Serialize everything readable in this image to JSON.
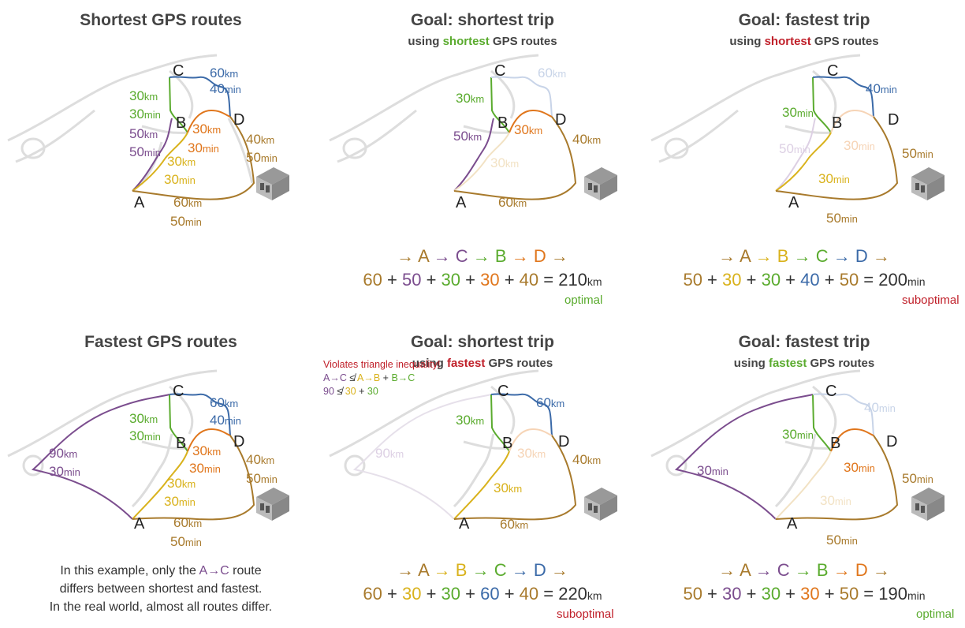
{
  "colors": {
    "brown": "#a87a2c",
    "purple": "#7b4d8e",
    "green": "#5aab2e",
    "orange": "#e0761c",
    "blue": "#3b6aa8",
    "yellow": "#d9b21c",
    "red": "#c0202a",
    "road": "#dddddd"
  },
  "panels": [
    {
      "title": "Shortest GPS routes",
      "nodes": {
        "a": "A",
        "b": "B",
        "c": "C",
        "d": "D"
      },
      "labels": [
        "60",
        "km",
        "40",
        "min",
        "30",
        "km",
        "30",
        "min",
        "50",
        "km",
        "50",
        "min",
        "30",
        "km",
        "30",
        "min",
        "30",
        "km",
        "30",
        "min",
        "40",
        "km",
        "50",
        "min",
        "60",
        "km",
        "50",
        "min"
      ]
    },
    {
      "title": "Goal: shortest trip",
      "sub_prefix": "using ",
      "sub_highlight": "shortest",
      "sub_suffix": " GPS routes",
      "nodes": {
        "a": "A",
        "b": "B",
        "c": "C",
        "d": "D"
      },
      "labels": [
        "60",
        "km",
        "30",
        "km",
        "50",
        "km",
        "30",
        "km",
        "30",
        "km",
        "40",
        "km",
        "60",
        "km"
      ],
      "sequence": [
        "→ A",
        "→ C",
        "→ B",
        "→ D",
        "→"
      ],
      "terms": [
        "60",
        "+ ",
        "50",
        " + ",
        "30",
        " + ",
        "30",
        " + ",
        "40",
        " = 210",
        "km"
      ],
      "verdict": "optimal"
    },
    {
      "title": "Goal: fastest trip",
      "sub_prefix": "using ",
      "sub_highlight": "shortest",
      "sub_suffix": " GPS routes",
      "nodes": {
        "a": "A",
        "b": "B",
        "c": "C",
        "d": "D"
      },
      "labels": [
        "40",
        "min",
        "30",
        "min",
        "50",
        "min",
        "30",
        "min",
        "30",
        "min",
        "50",
        "min",
        "50",
        "min"
      ],
      "sequence": [
        "→ A",
        "→ B",
        "→ C",
        "→ D",
        "→"
      ],
      "terms": [
        "50",
        " + ",
        "30",
        " + ",
        "30",
        " + ",
        "40",
        " + ",
        "50",
        " = 200",
        "min"
      ],
      "verdict": "suboptimal"
    },
    {
      "title": "Fastest GPS routes",
      "nodes": {
        "a": "A",
        "b": "B",
        "c": "C",
        "d": "D"
      },
      "labels": [
        "60",
        "km",
        "40",
        "min",
        "30",
        "km",
        "30",
        "min",
        "90",
        "km",
        "30",
        "min",
        "30",
        "km",
        "30",
        "min",
        "30",
        "km",
        "30",
        "min",
        "40",
        "km",
        "50",
        "min",
        "60",
        "km",
        "50",
        "min"
      ],
      "note": [
        "In this example, only the ",
        "A→C",
        " route",
        "differs between shortest and fastest.",
        "In the real world, almost all routes differ."
      ]
    },
    {
      "title": "Goal: shortest trip",
      "sub_prefix": "using ",
      "sub_highlight": "fastest",
      "sub_suffix": " GPS routes",
      "nodes": {
        "a": "A",
        "b": "B",
        "c": "C",
        "d": "D"
      },
      "labels": [
        "60",
        "km",
        "30",
        "km",
        "90",
        "km",
        "30",
        "km",
        "30",
        "km",
        "40",
        "km",
        "60",
        "km"
      ],
      "violation": {
        "title": "Violates triangle inequality!",
        "line1": [
          "A→C",
          " ≰ ",
          "A→B",
          " + ",
          "B→C"
        ],
        "line2": [
          "90",
          " ≰ ",
          "30",
          " + ",
          "30"
        ]
      },
      "sequence": [
        "→ A",
        "→ B",
        "→ C",
        "→ D",
        "→"
      ],
      "terms": [
        "60",
        " + ",
        "30",
        " + ",
        "30",
        " + ",
        "60",
        " + ",
        "40",
        " = 220",
        "km"
      ],
      "verdict": "suboptimal"
    },
    {
      "title": "Goal: fastest trip",
      "sub_prefix": "using ",
      "sub_highlight": "fastest",
      "sub_suffix": " GPS routes",
      "nodes": {
        "a": "A",
        "b": "B",
        "c": "C",
        "d": "D"
      },
      "labels": [
        "40",
        "min",
        "30",
        "min",
        "30",
        "min",
        "30",
        "min",
        "30",
        "min",
        "50",
        "min",
        "50",
        "min"
      ],
      "sequence": [
        "→ A",
        "→ C",
        "→ B",
        "→ D",
        "→"
      ],
      "terms": [
        "50",
        " + ",
        "30",
        " + ",
        "30",
        " + ",
        "30",
        " + ",
        "50",
        " = 190",
        "min"
      ],
      "verdict": "optimal"
    }
  ]
}
